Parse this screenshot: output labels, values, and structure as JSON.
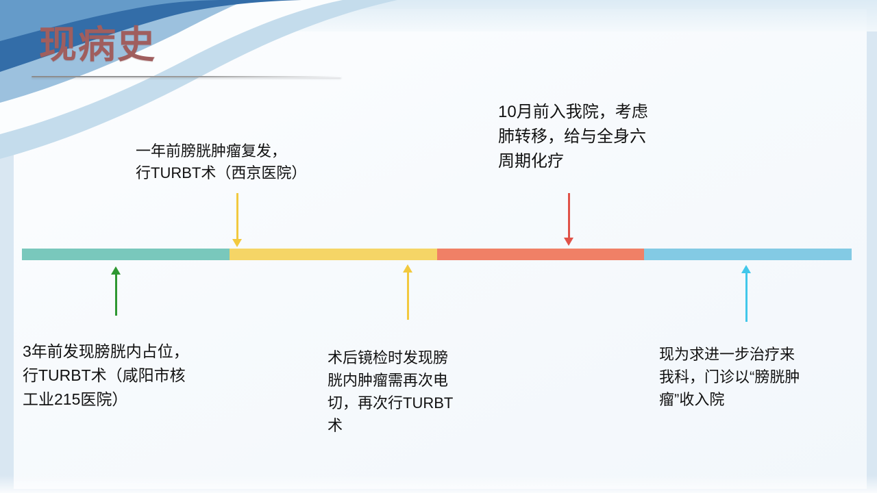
{
  "slide": {
    "title": "现病史",
    "title_color": "#a05e5e"
  },
  "timeline": {
    "segments": [
      {
        "name": "stage-1",
        "color": "#79c8bc"
      },
      {
        "name": "stage-2",
        "color": "#f5d566"
      },
      {
        "name": "stage-3",
        "color": "#f08066"
      },
      {
        "name": "stage-4",
        "color": "#83cae4"
      }
    ],
    "events": [
      {
        "id": "event-3-years-ago",
        "text": "3年前发现膀胱内占位，\n行TURBT术（咸阳市核\n工业215医院）",
        "arrow_color": "#2e9732",
        "arrow_direction": "up",
        "label_position": "below"
      },
      {
        "id": "event-1-year-ago",
        "text": "一年前膀胱肿瘤复发，\n行TURBT术（西京医院）",
        "arrow_color": "#f2c93e",
        "arrow_direction": "down",
        "label_position": "above"
      },
      {
        "id": "event-post-op",
        "text": "术后镜检时发现膀\n胱内肿瘤需再次电\n切，再次行TURBT\n术",
        "arrow_color": "#f2c93e",
        "arrow_direction": "up",
        "label_position": "below"
      },
      {
        "id": "event-10-months-ago",
        "text": "10月前入我院，考虑\n肺转移，给与全身六\n周期化疗",
        "arrow_color": "#e05248",
        "arrow_direction": "down",
        "label_position": "above"
      },
      {
        "id": "event-now",
        "text": "现为求进一步治疗来\n我科，门诊以“膀胱肿\n瘤”收入院",
        "arrow_color": "#41c7ea",
        "arrow_direction": "up",
        "label_position": "below"
      }
    ]
  }
}
